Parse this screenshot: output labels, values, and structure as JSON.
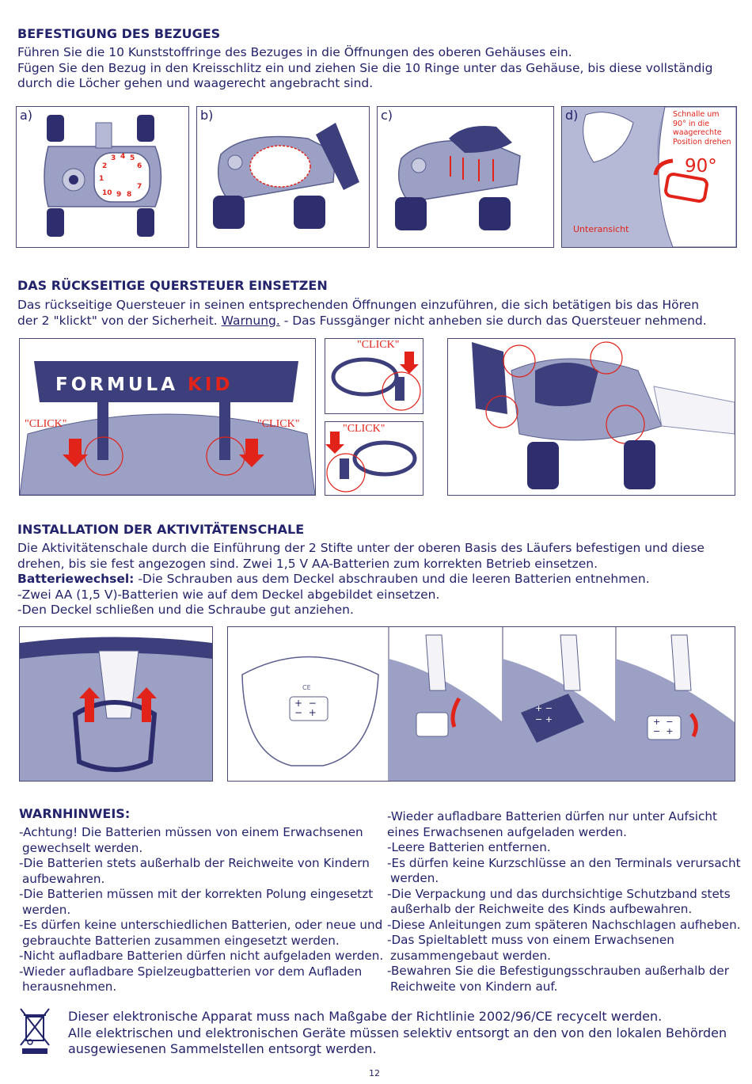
{
  "section1": {
    "title": "BEFESTIGUNG DES BEZUGES",
    "lines": [
      "Führen Sie die 10 Kunststoffringe des Bezuges in die Öffnungen des oberen Gehäuses ein.",
      "Fügen Sie den Bezug in den Kreisschlitz ein und ziehen Sie die 10 Ringe unter das Gehäuse, bis diese vollständig",
      "durch die Löcher gehen und waagerecht angebracht sind."
    ],
    "panels": [
      {
        "label": "a)"
      },
      {
        "label": "b)"
      },
      {
        "label": "c)"
      },
      {
        "label": "d)"
      }
    ],
    "ring_numbers": [
      "1",
      "2",
      "3",
      "4",
      "5",
      "6",
      "7",
      "8",
      "9",
      "10"
    ],
    "callout_lines": [
      "Schnalle um",
      "90° in die",
      "waagerechte",
      "Position drehen"
    ],
    "angle": "90°",
    "bottom_view": "Unteransicht"
  },
  "section2": {
    "title": "DAS RÜCKSEITIGE QUERSTEUER EINSETZEN",
    "line1": "Das rückseitige Quersteuer in seinen entsprechenden Öffnungen einzuführen, die sich betätigen bis das Hören",
    "line2_a": "der 2 \"klickt\" von der Sicherheit.  ",
    "line2_warn": "Warnung.",
    "line2_b": " - Das Fussgänger nicht anheben sie durch das Quersteuer nehmend.",
    "brand_a": "FORMULA ",
    "brand_b": "KID",
    "click": "\"CLICK\""
  },
  "section3": {
    "title": "INSTALLATION DER AKTIVITÄTENSCHALE",
    "line1": "Die Aktivitätenschale durch die Einführung der 2 Stifte unter der oberen Basis des Läufers befestigen und diese",
    "line2": "drehen,  bis  sie  fest  angezogen  sind.  Zwei  1,5  V  AA-Batterien  zum  korrekten  Betrieb  einsetzen.",
    "line3_bold": "Batteriewechsel:",
    "line3_rest": " -Die  Schrauben  aus  dem  Deckel  abschrauben  und  die  leeren  Batterien  entnehmen.",
    "line4": "-Zwei AA (1,5 V)-Batterien wie auf dem Deckel abgebildet einsetzen.",
    "line5": "-Den Deckel schließen und die Schraube gut anziehen.",
    "ce_mark": "CE",
    "plus": "+",
    "minus": "−"
  },
  "warnings": {
    "title": "WARNHINWEIS:",
    "left": [
      "-Achtung! Die Batterien müssen von einem Erwachsenen",
      " gewechselt werden.",
      "-Die Batterien stets außerhalb der Reichweite von Kindern",
      " aufbewahren.",
      "-Die Batterien müssen mit der korrekten Polung eingesetzt",
      " werden.",
      "-Es dürfen keine unterschiedlichen Batterien, oder neue und",
      " gebrauchte Batterien zusammen eingesetzt werden.",
      "-Nicht aufladbare Batterien dürfen nicht aufgeladen werden.",
      "-Wieder aufladbare Spielzeugbatterien vor dem Aufladen",
      " herausnehmen."
    ],
    "right": [
      "-Wieder aufladbare Batterien dürfen nur unter Aufsicht",
      "eines Erwachsenen aufgeladen werden.",
      "-Leere Batterien entfernen.",
      "-Es dürfen keine Kurzschlüsse an den Terminals verursacht",
      " werden.",
      "-Die Verpackung und das durchsichtige Schutzband stets",
      " außerhalb der Reichweite des Kinds aufbewahren.",
      "-Diese Anleitungen zum späteren Nachschlagen aufheben.",
      "-Das Spieltablett muss von einem Erwachsenen",
      " zusammengebaut werden.",
      "-Bewahren Sie die Befestigungsschrauben außerhalb der",
      " Reichweite von Kindern auf."
    ]
  },
  "disposal": {
    "lines": [
      "Dieser elektronische Apparat muss nach Maßgabe der Richtlinie 2002/96/CE recycelt werden.",
      "Alle elektrischen und elektronischen Geräte müssen selektiv entsorgt an den von den lokalen Behörden",
      "ausgewiesenen Sammelstellen entsorgt werden."
    ]
  },
  "page_number": "12",
  "colors": {
    "navy": "#23236b",
    "red": "#e2231a",
    "grey": "#8a8fb5"
  }
}
